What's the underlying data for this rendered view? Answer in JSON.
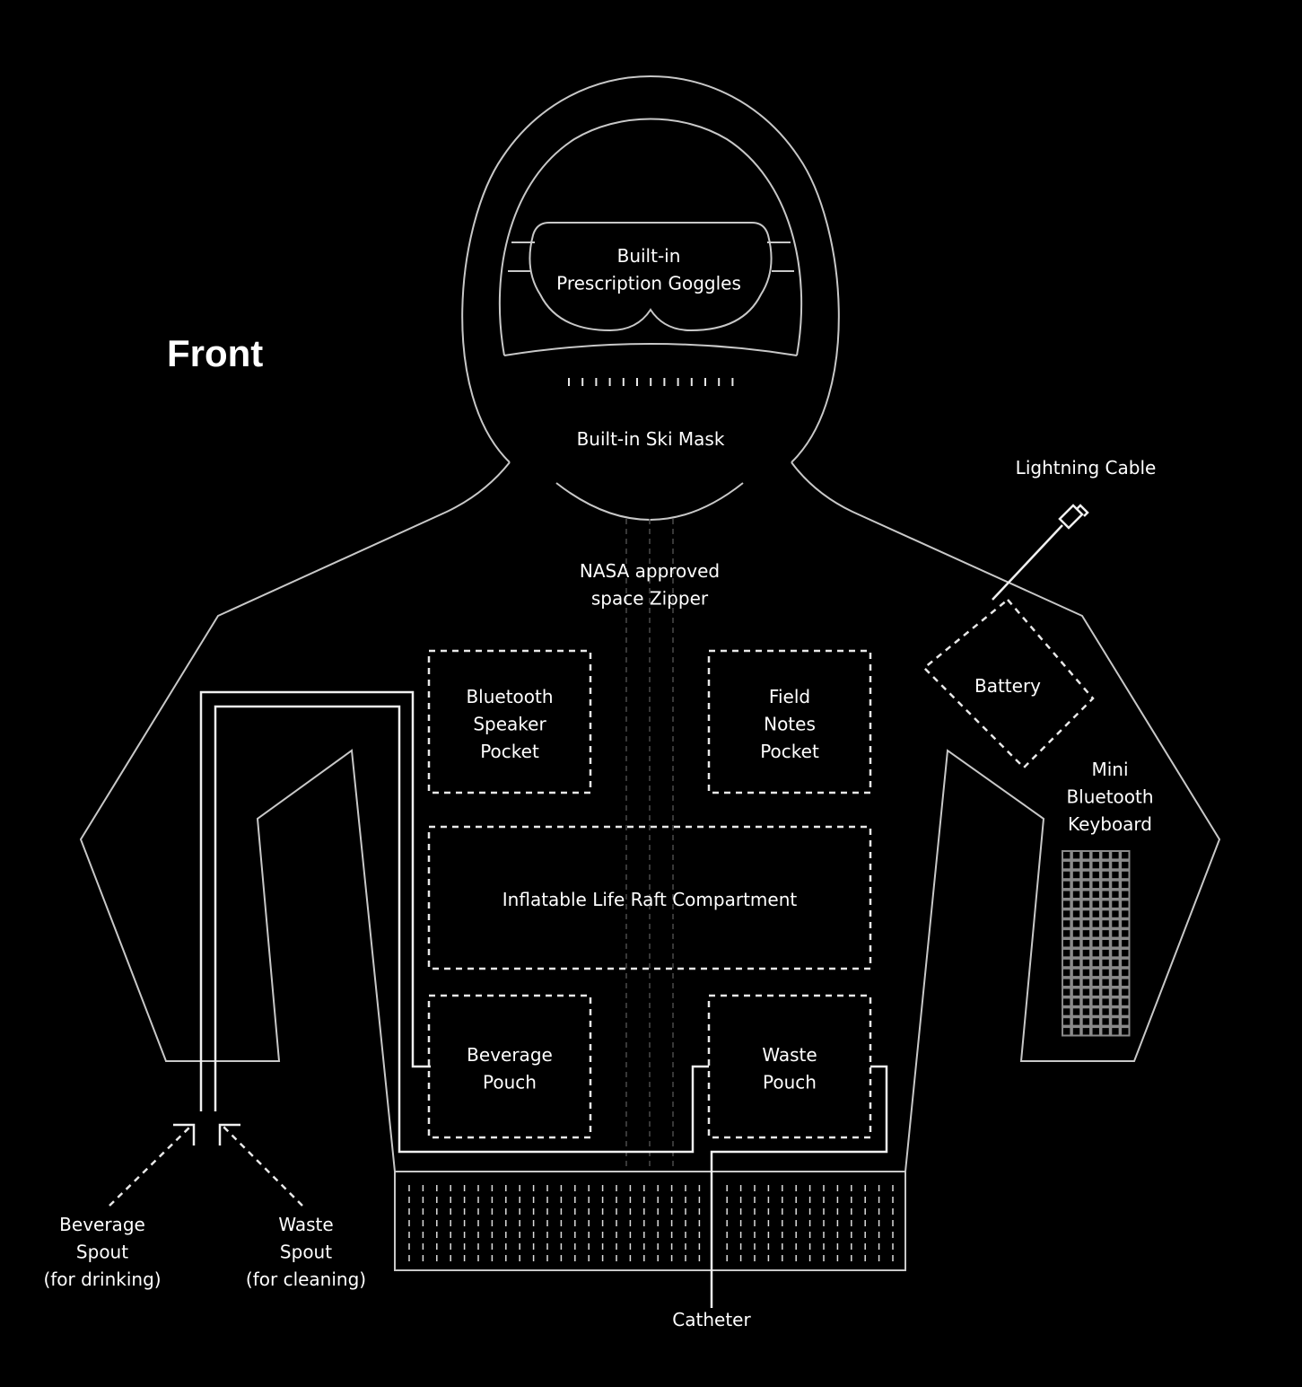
{
  "title": "Front",
  "labels": {
    "goggles": [
      "Built-in",
      "Prescription Goggles"
    ],
    "ski_mask": [
      "Built-in Ski Mask"
    ],
    "lightning_cable": [
      "Lightning Cable"
    ],
    "zipper": [
      "NASA approved",
      "space Zipper"
    ],
    "battery": [
      "Battery"
    ],
    "keyboard": [
      "Mini",
      "Bluetooth",
      "Keyboard"
    ],
    "bt_speaker": [
      "Bluetooth",
      "Speaker",
      "Pocket"
    ],
    "field_notes": [
      "Field",
      "Notes",
      "Pocket"
    ],
    "life_raft": [
      "Inflatable Life Raft Compartment"
    ],
    "beverage_pouch": [
      "Beverage",
      "Pouch"
    ],
    "waste_pouch": [
      "Waste",
      "Pouch"
    ],
    "beverage_spout": [
      "Beverage",
      "Spout",
      "(for drinking)"
    ],
    "waste_spout": [
      "Waste",
      "Spout",
      "(for cleaning)"
    ],
    "catheter": [
      "Catheter"
    ]
  },
  "colors": {
    "background": "#000000",
    "outline": "#c8c8c8",
    "text": "#ffffff"
  }
}
